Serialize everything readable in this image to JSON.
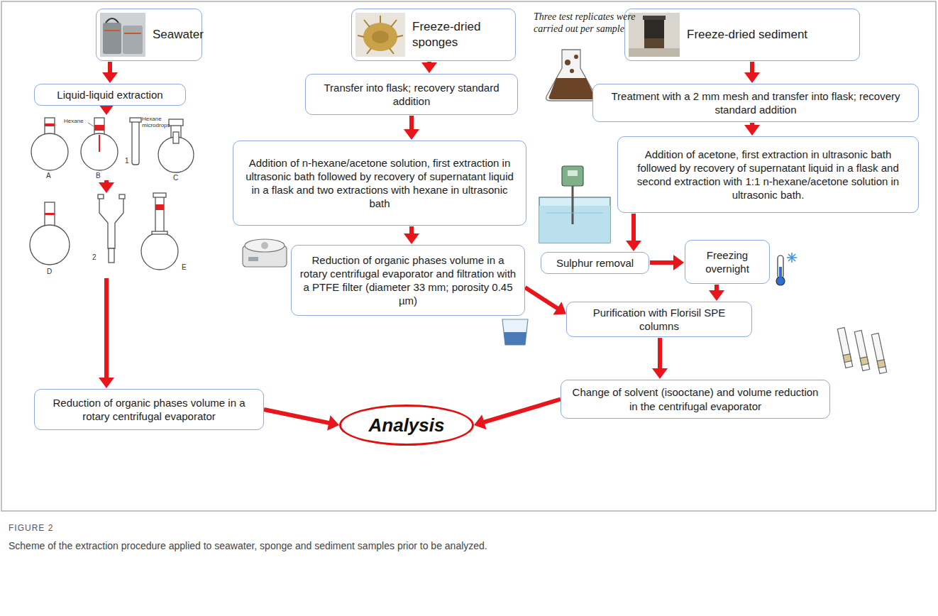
{
  "diagram": {
    "caption": "Scheme of the extraction procedure applied to seawater, sponge and sediment samples prior to be analyzed.",
    "nodes": [
      {
        "text": [
          "Seawater"
        ]
      },
      {
        "text": [
          "Freeze-dried sponges"
        ]
      },
      {
        "text": [
          "Freeze-dried sediment"
        ]
      },
      {
        "text": [
          "Liquid-liquid extraction"
        ]
      },
      {
        "text": [
          "Transfer into flask; recovery standard addition"
        ]
      },
      {
        "text": [
          "Treatment with a 2 mm mesh and transfer into flask; recovery standard addition"
        ]
      },
      {
        "text": [
          "Addition of n-hexane/acetone solution, first extraction in ultrasonic bath followed by recovery of supernatant liquid in a flask and two extractions with hexane in ultrasonic bath"
        ]
      },
      {
        "text": [
          "Addition of acetone, first extraction in ultrasonic bath followed by recovery of supernatant liquid in a flask and second extraction with 1:1 n-hexane/acetone solution in ultrasonic bath."
        ]
      },
      {
        "text": [
          "Reduction of organic phases volume in a rotary centrifugal evaporator and filtration with a PTFE filter (diameter 33 mm; porosity 0.45 µm)"
        ]
      },
      {
        "text": [
          "Sulphur removal"
        ]
      },
      {
        "text": [
          "Freezing overnight"
        ]
      },
      {
        "text": [
          "Purification with Florisil SPE columns"
        ]
      },
      {
        "text": [
          "Reduction of organic phases volume in a rotary centrifugal evaporator"
        ]
      },
      {
        "text": [
          "Change of solvent (isooctane) and volume reduction in the centrifugal evaporator"
        ]
      },
      {
        "text": [
          "Analysis"
        ]
      }
    ],
    "edges": [
      {
        "from": 0,
        "to": 3,
        "arrow": "to"
      },
      {
        "from": 3,
        "to": 12,
        "arrow": "to"
      },
      {
        "from": 12,
        "to": 14,
        "arrow": "to"
      },
      {
        "from": 1,
        "to": 4,
        "arrow": "to"
      },
      {
        "from": 4,
        "to": 6,
        "arrow": "to"
      },
      {
        "from": 6,
        "to": 8,
        "arrow": "to"
      },
      {
        "from": 8,
        "to": 11,
        "arrow": "to"
      },
      {
        "from": 2,
        "to": 5,
        "arrow": "to"
      },
      {
        "from": 5,
        "to": 7,
        "arrow": "to"
      },
      {
        "from": 7,
        "to": 9,
        "arrow": "to"
      },
      {
        "from": 9,
        "to": 10,
        "arrow": "to"
      },
      {
        "from": 10,
        "to": 11,
        "arrow": "to"
      },
      {
        "from": 11,
        "to": 13,
        "arrow": "to"
      },
      {
        "from": 13,
        "to": 14,
        "arrow": "to"
      }
    ],
    "labels": [
      "Three test replicates were carried out per sample",
      "A",
      "B",
      "1",
      "C",
      "Hexane",
      "Hexane microdrops",
      "D",
      "2",
      "E",
      "FIGURE 2"
    ]
  }
}
